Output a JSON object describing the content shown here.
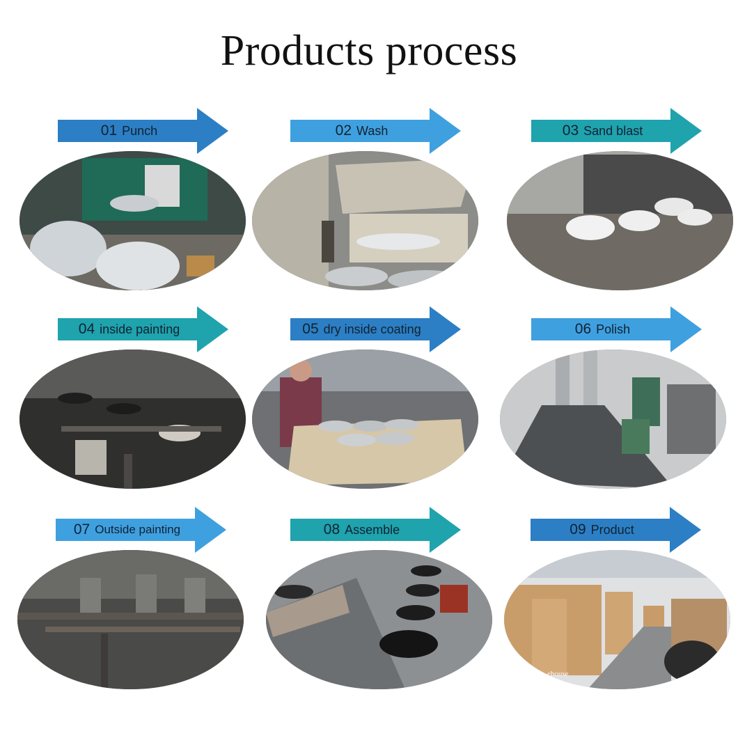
{
  "title": "Products process",
  "colors": {
    "arrow_blue": "#2c7fc4",
    "arrow_light": "#3fa0df",
    "arrow_teal": "#1fa3ad"
  },
  "steps": [
    {
      "num": "01",
      "label": "Punch",
      "color": "#2c7fc4",
      "icon": "punch-photo"
    },
    {
      "num": "02",
      "label": "Wash",
      "color": "#3fa0df",
      "icon": "wash-photo"
    },
    {
      "num": "03",
      "label": "Sand blast",
      "color": "#1fa3ad",
      "icon": "sandblast-photo"
    },
    {
      "num": "04",
      "label": "inside painting",
      "color": "#1fa3ad",
      "icon": "inside-painting-photo"
    },
    {
      "num": "05",
      "label": "dry inside coating",
      "color": "#2c7fc4",
      "icon": "dry-coating-photo"
    },
    {
      "num": "06",
      "label": "Polish",
      "color": "#3fa0df",
      "icon": "polish-photo"
    },
    {
      "num": "07",
      "label": "Outside painting",
      "color": "#3fa0df",
      "icon": "outside-painting-photo"
    },
    {
      "num": "08",
      "label": "Assemble",
      "color": "#1fa3ad",
      "icon": "assemble-photo"
    },
    {
      "num": "09",
      "label": "Product",
      "color": "#2c7fc4",
      "icon": "product-photo",
      "caption": "ehouse"
    }
  ]
}
